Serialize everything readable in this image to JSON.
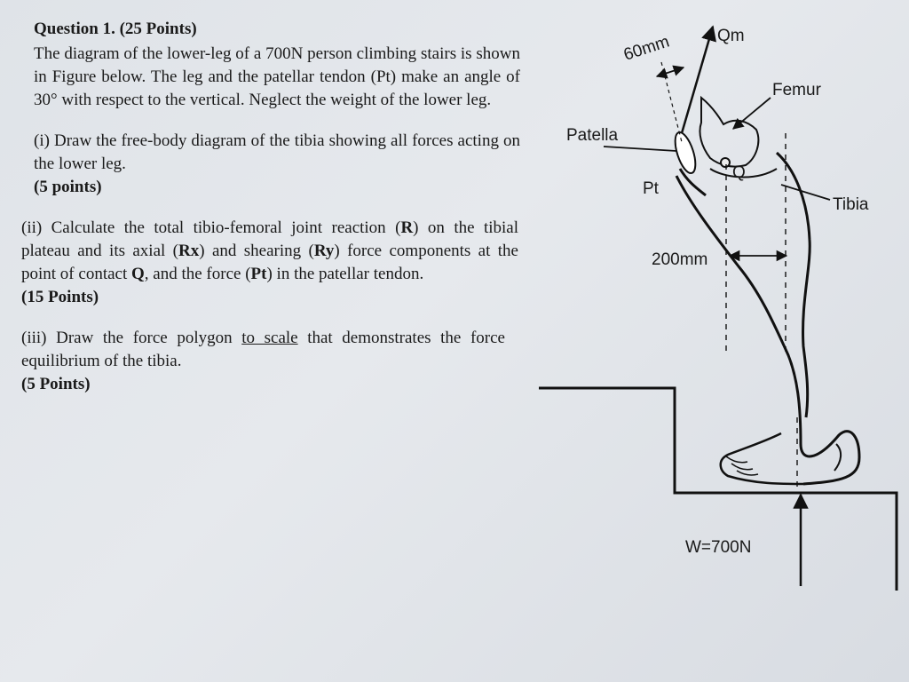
{
  "question": {
    "title": "Question 1. (25 Points)",
    "intro": "The diagram of the lower-leg of a 700N person climbing stairs is shown in Figure below. The leg and the patellar tendon (Pt) make an angle of 30° with respect to the vertical. Neglect the weight of the lower leg.",
    "part1": {
      "text": "(i) Draw the free-body diagram of the tibia showing all forces acting on the lower leg.",
      "points": "(5 points)"
    },
    "part2": {
      "pre": "(ii) Calculate the total tibio-femoral joint reaction (",
      "r": "R",
      "mid1": ") on the tibial plateau and its axial (",
      "rx": "Rx",
      "mid2": ") and shearing (",
      "ry": "Ry",
      "mid3": ") force components at the point of contact ",
      "q": "Q",
      "mid4": ", and the force (",
      "pt": "Pt",
      "post": ") in the patellar tendon.",
      "points": "(15 Points)"
    },
    "part3": {
      "pre": "(iii) Draw the force polygon ",
      "underlined": "to scale",
      "post": " that demonstrates the force equilibrium of the tibia.",
      "points": "(5 Points)"
    }
  },
  "figure": {
    "label_qm": "Qm",
    "label_60mm": "60mm",
    "label_femur": "Femur",
    "label_patella": "Patella",
    "label_pt": "Pt",
    "label_q": "Q",
    "label_tibia": "Tibia",
    "label_200mm": "200mm",
    "label_weight": "W=700N"
  }
}
